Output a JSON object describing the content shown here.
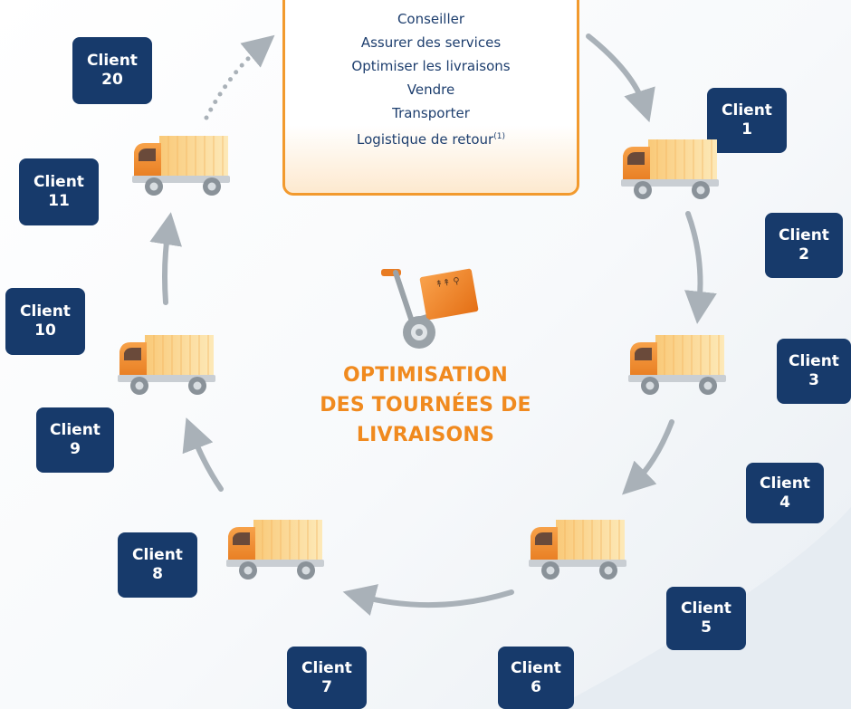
{
  "services": [
    "Conseiller",
    "Assurer des services",
    "Optimiser les livraisons",
    "Vendre",
    "Transporter",
    "Logistique de retour"
  ],
  "services_footnote": "(1)",
  "title_lines": [
    "OPTIMISATION",
    "DES TOURNÉES DE",
    "LIVRAISONS"
  ],
  "clients": [
    {
      "label": "Client",
      "number": "20"
    },
    {
      "label": "Client",
      "number": "1"
    },
    {
      "label": "Client",
      "number": "11"
    },
    {
      "label": "Client",
      "number": "2"
    },
    {
      "label": "Client",
      "number": "10"
    },
    {
      "label": "Client",
      "number": "3"
    },
    {
      "label": "Client",
      "number": "9"
    },
    {
      "label": "Client",
      "number": "4"
    },
    {
      "label": "Client",
      "number": "8"
    },
    {
      "label": "Client",
      "number": "5"
    },
    {
      "label": "Client",
      "number": "7"
    },
    {
      "label": "Client",
      "number": "6"
    }
  ],
  "colors": {
    "client_box": "#173a6b",
    "accent_orange": "#f08a1f",
    "arrow_gray": "#a9b1b8",
    "service_text": "#1d3e6e"
  },
  "icons": [
    "delivery-truck-icon",
    "hand-trolley-box-icon"
  ]
}
